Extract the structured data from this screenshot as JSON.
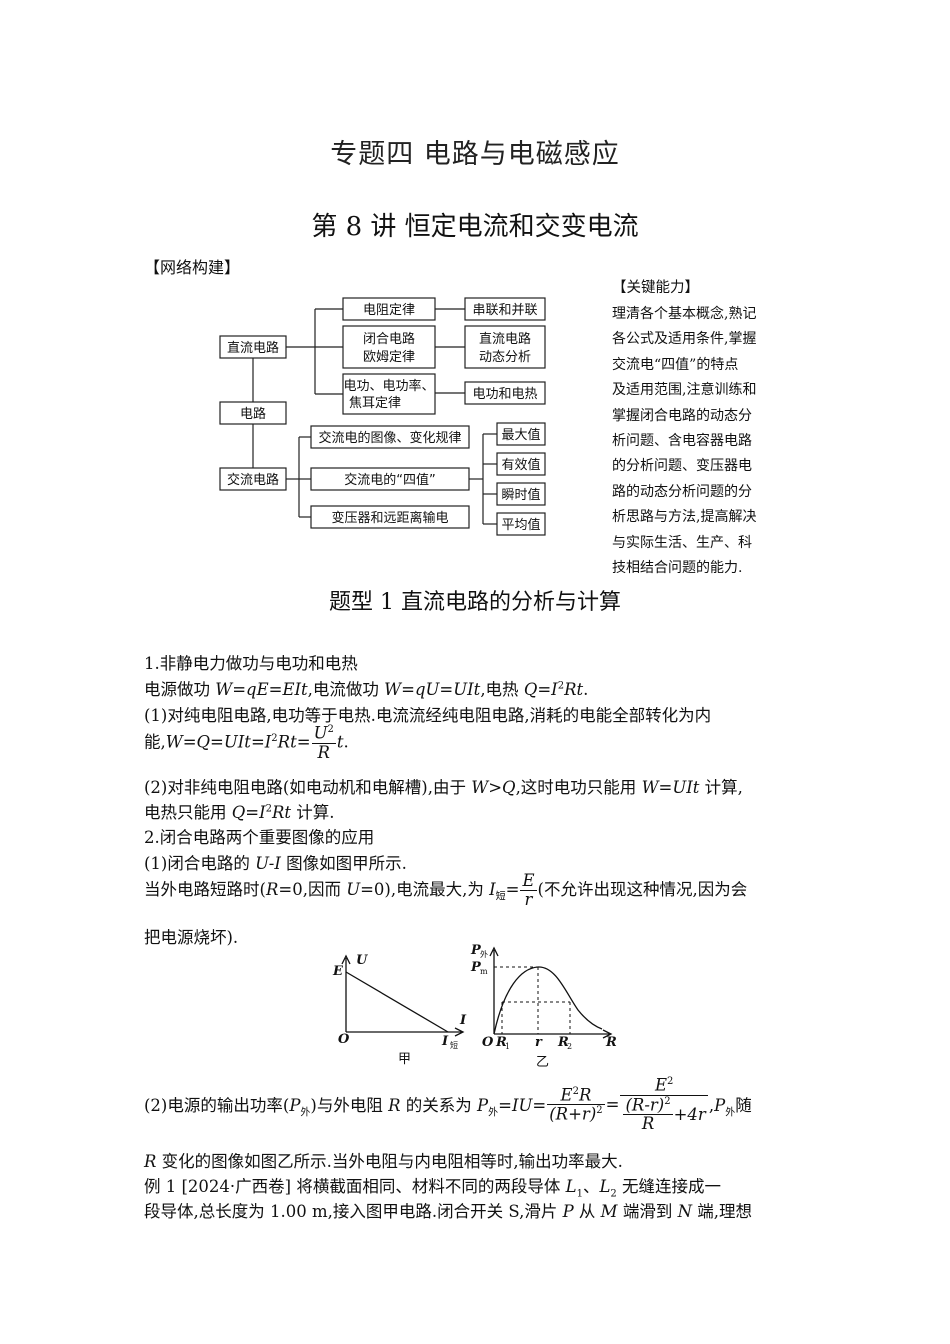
{
  "header": {
    "topic": "专题四    电路与电磁感应",
    "lecture": "第 8 讲    恒定电流和交变电流",
    "network_tag": "【网络构建】"
  },
  "side": {
    "tag": "【关键能力】",
    "lines": [
      "理清各个基本概念,熟记",
      "各公式及适用条件,掌握",
      "交流电“四值”的特点",
      "及适用范围,注意训练和",
      "掌握闭合电路的动态分",
      "析问题、含电容器电路",
      "的分析问题、变压器电",
      "路的动态分析问题的分",
      "析思路与方法,提高解决",
      "与实际生活、生产、科",
      "技相结合问题的能力."
    ]
  },
  "mindmap": {
    "root": "电路",
    "dc": "直流电路",
    "ac": "交流电路",
    "dc_items": [
      "电阻定律",
      "闭合电路",
      "欧姆定律",
      "电功、电功率、",
      "焦耳定律"
    ],
    "dc_results": [
      "串联和并联",
      "直流电路",
      "动态分析",
      "电功和电热"
    ],
    "ac_items": [
      "交流电的图像、变化规律",
      "交流电的“四值”",
      "变压器和远距离输电"
    ],
    "ac_values": [
      "最大值",
      "有效值",
      "瞬时值",
      "平均值"
    ]
  },
  "section1": {
    "heading": "题型 1    直流电路的分析与计算",
    "p1": "1.非静电力做功与电功和电热",
    "p2a": "电源做功 ",
    "p2b": "W=qE=EIt",
    "p2c": ",电流做功 ",
    "p2d": "W=qU=UIt",
    "p2e": ",电热 ",
    "p2f": "Q=I",
    "p2g": "2",
    "p2h": "Rt",
    "p2i": ".",
    "p3": "(1)对纯电阻电路,电功等于电热.电流流经纯电阻电路,消耗的电能全部转化为内",
    "p4a": "能,",
    "p4b": "W=Q=UIt=I",
    "p4c": "2",
    "p4d": "Rt=",
    "p4num": "U",
    "p4numsup": "2",
    "p4den": "R",
    "p4e": "t",
    "p4f": ".",
    "p5a": "(2)对非纯电阻电路(如电动机和电解槽),由于 ",
    "p5b": "W>Q",
    "p5c": ",这时电功只能用 ",
    "p5d": "W=UIt",
    "p5e": " 计算,",
    "p6a": "电热只能用 ",
    "p6b": "Q=I",
    "p6c": "2",
    "p6d": "Rt",
    "p6e": " 计算.",
    "p7": "2.闭合电路两个重要图像的应用",
    "p8a": "(1)闭合电路的 ",
    "p8b": "U-I",
    "p8c": " 图像如图甲所示.",
    "p9a": "当外电路短路时(",
    "p9b": "R",
    "p9c": "=0,因而 ",
    "p9d": "U",
    "p9e": "=0),电流最大,为 ",
    "p9f": "I",
    "p9g": "短",
    "p9h": "=",
    "p9num": "E",
    "p9den": "r",
    "p9i": "(不允许出现这种情况,因为会",
    "p10": "把电源烧坏).",
    "p11a": "(2)电源的输出功率(",
    "p11b": "P",
    "p11c": "外",
    "p11d": ")与外电阻 ",
    "p11e": "R",
    "p11f": " 的关系为 ",
    "p11g": "P",
    "p11h": "外",
    "p11i": "=",
    "p11j": "IU",
    "p11k": "=",
    "p11l": ",",
    "p11m": "P",
    "p11n": "外",
    "p11o": "随",
    "p12a": "R",
    "p12b": " 变化的图像如图乙所示.当外电阻与内电阻相等时,输出功率最大.",
    "p13a": "例 1    [2024·广西卷] 将横截面相同、材料不同的两段导体 ",
    "p13b": "L",
    "p13c": "1",
    "p13d": "、",
    "p13e": "L",
    "p13f": "2",
    "p13g": " 无缝连接成一",
    "p14a": "段导体,总长度为 1.00 m,接入图甲电路.闭合开关 S,滑片 ",
    "p14b": "P",
    "p14c": " 从 ",
    "p14d": "M",
    "p14e": " 端滑到 ",
    "p14f": "N",
    "p14g": " 端,理想"
  },
  "graph_jia": {
    "y_axis": "U",
    "x_axis": "I",
    "e_label": "E",
    "origin": "O",
    "i_short": "I",
    "i_short_sub": "短",
    "caption": "甲"
  },
  "graph_yi": {
    "y_axis": "P",
    "y_axis_sub": "外",
    "pm": "P",
    "pm_sub": "m",
    "x_axis": "R",
    "origin": "O",
    "r1": "R",
    "r1_sub": "1",
    "r": "r",
    "r2": "R",
    "r2_sub": "2",
    "caption": "乙"
  },
  "formula": {
    "f1_num_a": "E",
    "f1_num_sup": "2",
    "f1_num_b": "R",
    "f1_den": "(R+r)",
    "f1_den_sup": "2",
    "f2_num": "E",
    "f2_num_sup": "2",
    "f2_inner_num": "(R-r)",
    "f2_inner_sup": "2",
    "f2_inner_den": "R",
    "f2_plus": "+4r"
  }
}
